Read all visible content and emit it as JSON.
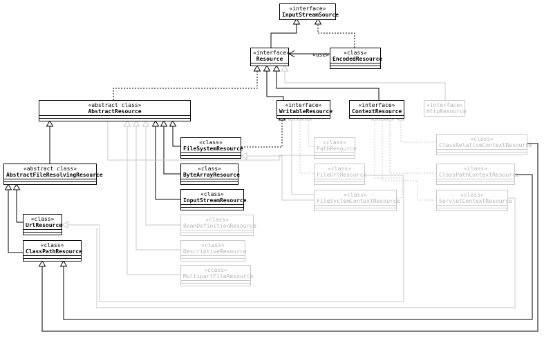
{
  "nodes": [
    {
      "id": "inputstreamsource",
      "stereotype": "«interface»",
      "name": "InputStreamSource",
      "style": "normal",
      "sections": 0
    },
    {
      "id": "resource",
      "stereotype": "«interface»",
      "name": "Resource",
      "style": "normal",
      "sections": 1
    },
    {
      "id": "encodedresource",
      "stereotype": "«class»",
      "name": "EncodedResource",
      "style": "normal",
      "sections": 2
    },
    {
      "id": "abstractresource",
      "stereotype": "«abstract class»",
      "name": "AbstractResource",
      "style": "normal",
      "sections": 2
    },
    {
      "id": "writableresource",
      "stereotype": "«interface»",
      "name": "WritableResource",
      "style": "normal",
      "sections": 1
    },
    {
      "id": "contextresource",
      "stereotype": "«interface»",
      "name": "ContextResource",
      "style": "normal",
      "sections": 1
    },
    {
      "id": "httpresource",
      "stereotype": "«interface»",
      "name": "HttpResource",
      "style": "ghost",
      "sections": 0
    },
    {
      "id": "filesystemresource",
      "stereotype": "«class»",
      "name": "FileSystemResource",
      "style": "normal",
      "sections": 2
    },
    {
      "id": "pathresource",
      "stereotype": "«class»",
      "name": "PathResource",
      "style": "ghost",
      "sections": 2
    },
    {
      "id": "classrelativecontextresource",
      "stereotype": "«class»",
      "name": "ClassRelativeContextResource",
      "style": "ghost",
      "sections": 2
    },
    {
      "id": "abstractfileresolvingresource",
      "stereotype": "«abstract class»",
      "name": "AbstractFileResolvingResource",
      "style": "normal",
      "sections": 2
    },
    {
      "id": "bytearrayresource",
      "stereotype": "«class»",
      "name": "ByteArrayResource",
      "style": "normal",
      "sections": 2
    },
    {
      "id": "fileurlresource",
      "stereotype": "«class»",
      "name": "FileUrlResource",
      "style": "ghost",
      "sections": 2
    },
    {
      "id": "classpathcontextresource",
      "stereotype": "«class»",
      "name": "ClassPathContextResource",
      "style": "ghost",
      "sections": 2
    },
    {
      "id": "inputstreamresource",
      "stereotype": "«class»",
      "name": "InputStreamResource",
      "style": "normal",
      "sections": 2
    },
    {
      "id": "filesystemcontextresource",
      "stereotype": "«class»",
      "name": "FileSystemContextResource",
      "style": "ghost",
      "sections": 2
    },
    {
      "id": "servletcontextresource",
      "stereotype": "«class»",
      "name": "ServletContextResource",
      "style": "ghost",
      "sections": 2
    },
    {
      "id": "urlresource",
      "stereotype": "«class»",
      "name": "UrlResource",
      "style": "normal",
      "sections": 2
    },
    {
      "id": "beandefinitionresource",
      "stereotype": "«class»",
      "name": "BeanDefinitionResource",
      "style": "ghost",
      "sections": 2
    },
    {
      "id": "classpathresource",
      "stereotype": "«class»",
      "name": "ClassPathResource",
      "style": "normal",
      "sections": 2
    },
    {
      "id": "descriptiveresource",
      "stereotype": "«class»",
      "name": "DescriptiveResource",
      "style": "ghost",
      "sections": 2
    },
    {
      "id": "multipartfileresource",
      "stereotype": "«class»",
      "name": "MultipartFileResource",
      "style": "ghost",
      "sections": 2
    }
  ],
  "edges": [
    {
      "id": "e-resource-inputstreamsource",
      "from": "resource",
      "to": "inputstreamsource",
      "kind": "extends",
      "style": "solid",
      "color": "#000000"
    },
    {
      "id": "e-encoded-inputstreamsource",
      "from": "encodedresource",
      "to": "inputstreamsource",
      "kind": "implements",
      "style": "dashed",
      "color": "#000000"
    },
    {
      "id": "e-encoded-resource",
      "from": "encodedresource",
      "to": "resource",
      "kind": "use",
      "style": "solid",
      "color": "#000000",
      "label": "«use»"
    },
    {
      "id": "e-abstractresource-resource",
      "from": "abstractresource",
      "to": "resource",
      "kind": "implements",
      "style": "dashed",
      "color": "#000000"
    },
    {
      "id": "e-writable-resource",
      "from": "writableresource",
      "to": "resource",
      "kind": "extends",
      "style": "solid",
      "color": "#000000"
    },
    {
      "id": "e-context-resource",
      "from": "contextresource",
      "to": "resource",
      "kind": "extends",
      "style": "solid",
      "color": "#000000"
    },
    {
      "id": "e-http-resource",
      "from": "httpresource",
      "to": "resource",
      "kind": "extends",
      "style": "solid",
      "color": "#c8c8c8"
    },
    {
      "id": "e-afrr-abstractresource",
      "from": "abstractfileresolvingresource",
      "to": "abstractresource",
      "kind": "extends",
      "style": "solid",
      "color": "#000000"
    },
    {
      "id": "e-fsr-abstractresource",
      "from": "filesystemresource",
      "to": "abstractresource",
      "kind": "extends",
      "style": "solid",
      "color": "#000000"
    },
    {
      "id": "e-bar-abstractresource",
      "from": "bytearrayresource",
      "to": "abstractresource",
      "kind": "extends",
      "style": "solid",
      "color": "#000000"
    },
    {
      "id": "e-isr-abstractresource",
      "from": "inputstreamresource",
      "to": "abstractresource",
      "kind": "extends",
      "style": "solid",
      "color": "#000000"
    },
    {
      "id": "e-bdr-abstractresource",
      "from": "beandefinitionresource",
      "to": "abstractresource",
      "kind": "extends",
      "style": "solid",
      "color": "#c8c8c8"
    },
    {
      "id": "e-dr-abstractresource",
      "from": "descriptiveresource",
      "to": "abstractresource",
      "kind": "extends",
      "style": "solid",
      "color": "#c8c8c8"
    },
    {
      "id": "e-mfr-abstractresource",
      "from": "multipartfileresource",
      "to": "abstractresource",
      "kind": "extends",
      "style": "solid",
      "color": "#c8c8c8"
    },
    {
      "id": "e-pathr-abstractresource",
      "from": "pathresource",
      "to": "abstractresource",
      "kind": "extends",
      "style": "solid",
      "color": "#c8c8c8"
    },
    {
      "id": "e-fsr-writable",
      "from": "filesystemresource",
      "to": "writableresource",
      "kind": "implements",
      "style": "dashed",
      "color": "#000000"
    },
    {
      "id": "e-pathr-writable",
      "from": "pathresource",
      "to": "writableresource",
      "kind": "implements",
      "style": "dashed",
      "color": "#c8c8c8"
    },
    {
      "id": "e-fileurl-writable",
      "from": "fileurlresource",
      "to": "writableresource",
      "kind": "implements",
      "style": "dashed",
      "color": "#c8c8c8"
    },
    {
      "id": "e-fscr-writable",
      "from": "filesystemcontextresource",
      "to": "writableresource",
      "kind": "extends",
      "style": "solid",
      "color": "#c8c8c8"
    },
    {
      "id": "e-fscr-context",
      "from": "filesystemcontextresource",
      "to": "contextresource",
      "kind": "implements",
      "style": "dashed",
      "color": "#c8c8c8"
    },
    {
      "id": "e-crcr-context",
      "from": "classrelativecontextresource",
      "to": "contextresource",
      "kind": "implements",
      "style": "dashed",
      "color": "#c8c8c8"
    },
    {
      "id": "e-cpcr-context",
      "from": "classpathcontextresource",
      "to": "contextresource",
      "kind": "implements",
      "style": "dashed",
      "color": "#c8c8c8"
    },
    {
      "id": "e-scr-context",
      "from": "servletcontextresource",
      "to": "contextresource",
      "kind": "implements",
      "style": "dashed",
      "color": "#c8c8c8"
    },
    {
      "id": "e-url-afrr",
      "from": "urlresource",
      "to": "abstractfileresolvingresource",
      "kind": "extends",
      "style": "solid",
      "color": "#000000"
    },
    {
      "id": "e-cpr-afrr",
      "from": "classpathresource",
      "to": "abstractfileresolvingresource",
      "kind": "extends",
      "style": "solid",
      "color": "#000000"
    },
    {
      "id": "e-fileurl-url",
      "from": "fileurlresource",
      "to": "urlresource",
      "kind": "extends",
      "style": "solid",
      "color": "#c8c8c8"
    },
    {
      "id": "e-scr-afrr",
      "from": "servletcontextresource",
      "to": "abstractfileresolvingresource",
      "kind": "extends",
      "style": "solid",
      "color": "#c8c8c8"
    },
    {
      "id": "e-cpcr-cpr",
      "from": "classpathcontextresource",
      "to": "classpathresource",
      "kind": "extends",
      "style": "solid",
      "color": "#000000"
    },
    {
      "id": "e-crcr-cpr",
      "from": "classrelativecontextresource",
      "to": "classpathresource",
      "kind": "extends",
      "style": "solid",
      "color": "#000000"
    },
    {
      "id": "e-fscr-fsr",
      "from": "filesystemcontextresource",
      "to": "filesystemresource",
      "kind": "extends",
      "style": "solid",
      "color": "#c8c8c8"
    }
  ]
}
